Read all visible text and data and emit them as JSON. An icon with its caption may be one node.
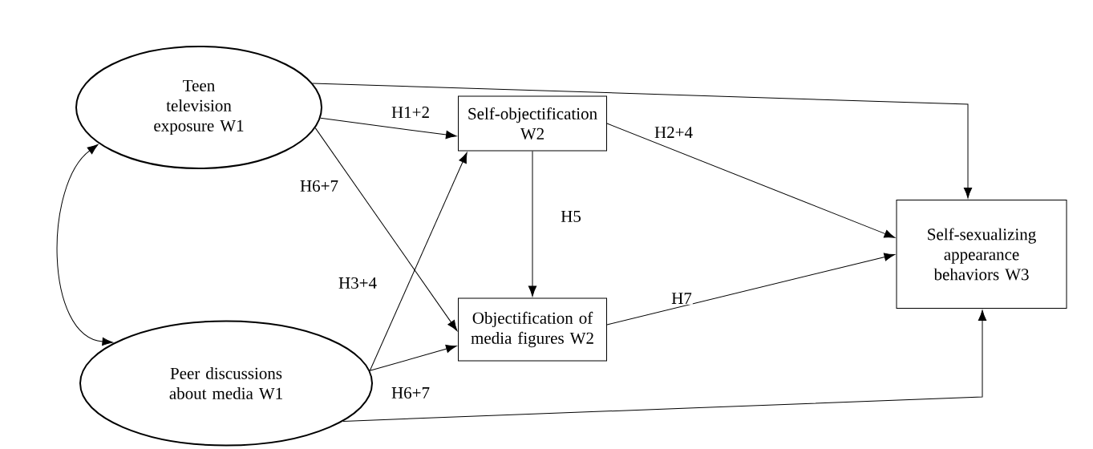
{
  "diagram": {
    "nodes": [
      {
        "text": [
          "Teen television exposure W1"
        ]
      },
      {
        "text": [
          "Peer discussions about media W1"
        ]
      },
      {
        "text": [
          "Self-objectification W2"
        ]
      },
      {
        "text": [
          "Objectification of media figures W2"
        ]
      },
      {
        "text": [
          "Self-sexualizing appearance behaviors W3"
        ]
      }
    ],
    "edges": [
      {
        "from": 0,
        "to": 1,
        "arrow": "both"
      },
      {
        "from": 0,
        "to": 2,
        "arrow": "to",
        "label": "H1+2"
      },
      {
        "from": 0,
        "to": 3,
        "arrow": "to",
        "label": "H6+7"
      },
      {
        "from": 1,
        "to": 2,
        "arrow": "to",
        "label": "H3+4"
      },
      {
        "from": 1,
        "to": 3,
        "arrow": "to",
        "label": "H6+7"
      },
      {
        "from": 2,
        "to": 3,
        "arrow": "to",
        "label": "H5"
      },
      {
        "from": 2,
        "to": 4,
        "arrow": "to",
        "label": "H2+4"
      },
      {
        "from": 3,
        "to": 4,
        "arrow": "to",
        "label": "H7"
      },
      {
        "from": 0,
        "to": 4,
        "arrow": "to"
      },
      {
        "from": 1,
        "to": 4,
        "arrow": "to"
      }
    ]
  }
}
